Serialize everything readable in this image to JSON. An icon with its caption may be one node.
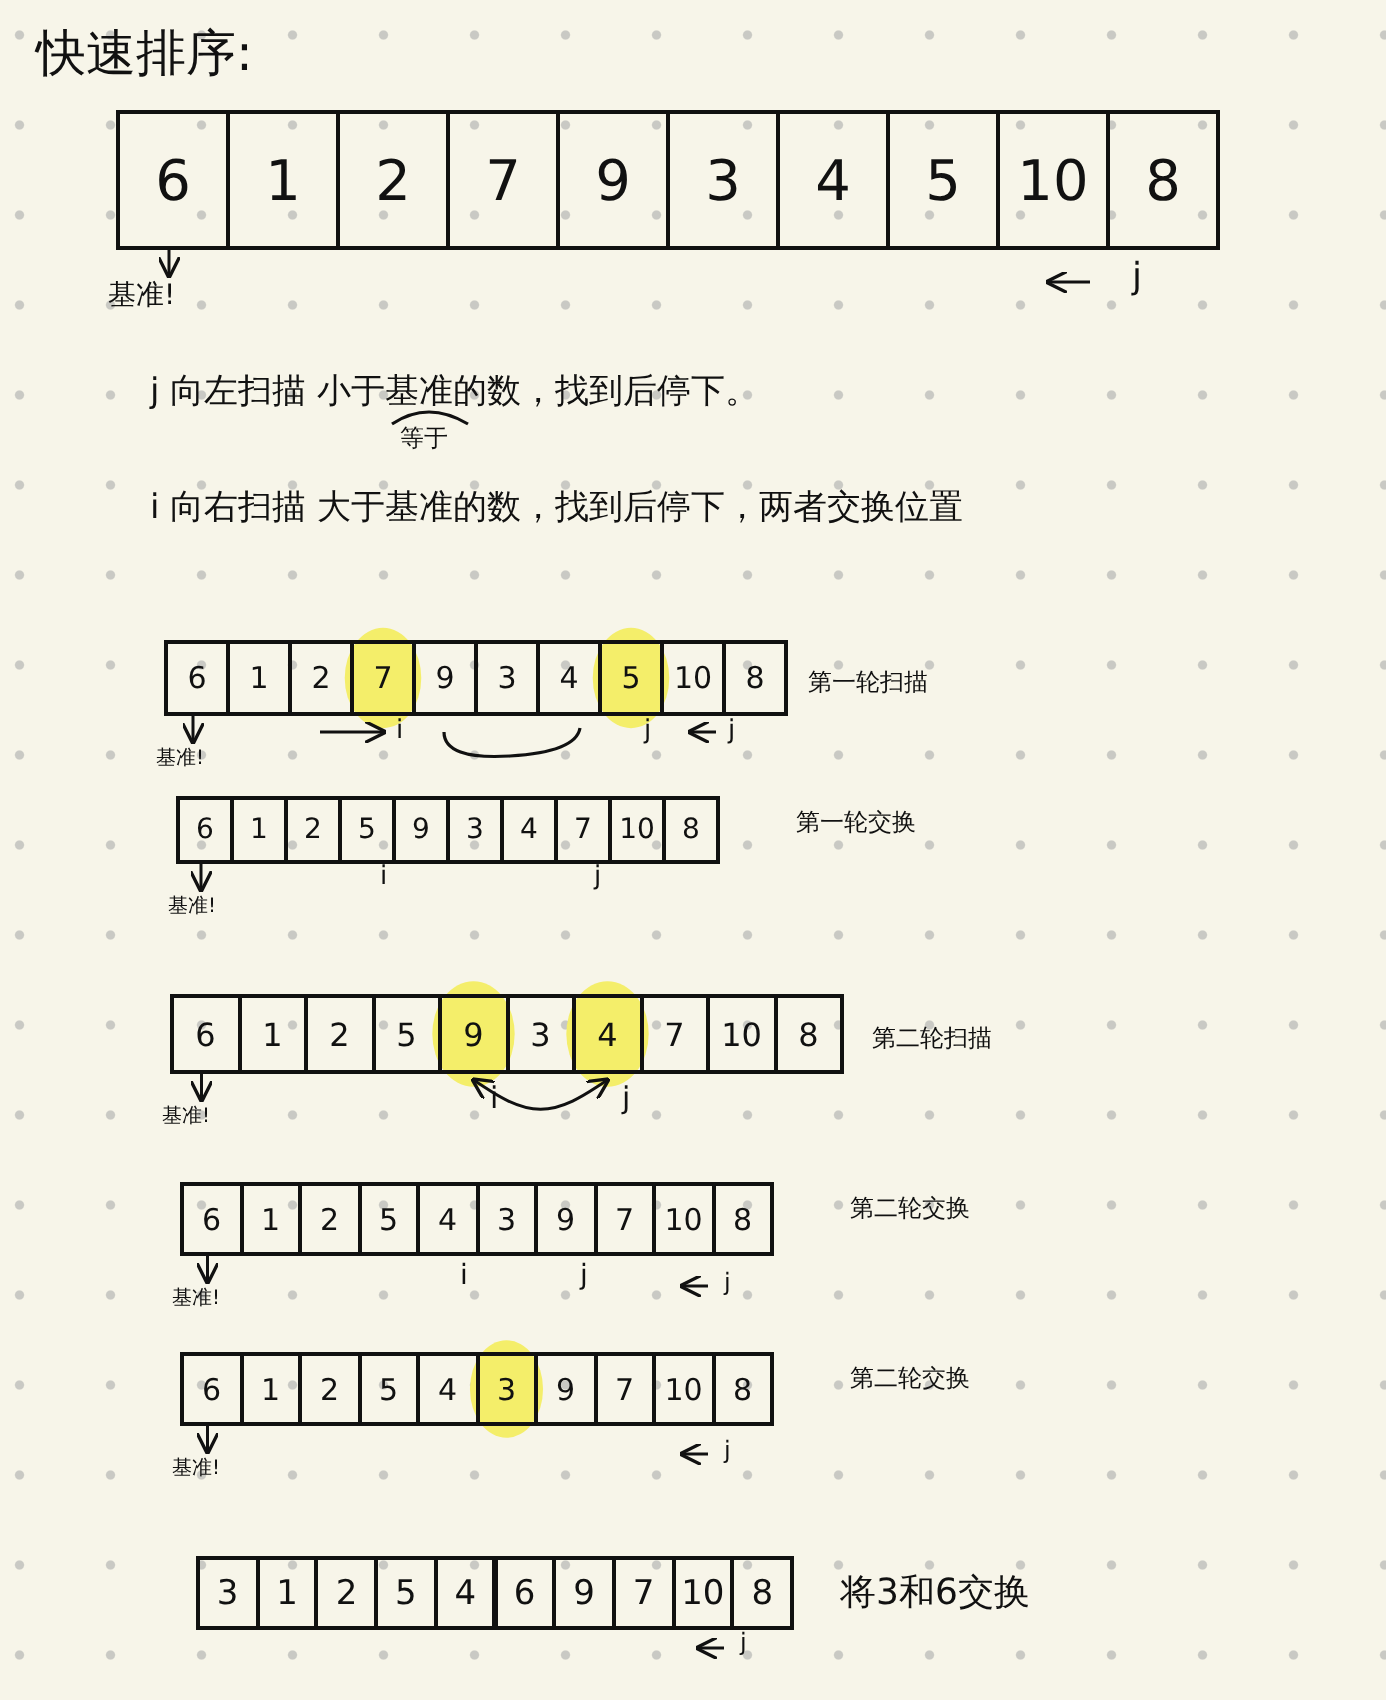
{
  "diagram": {
    "title": "快速排序:",
    "nodes": [
      {
        "text": [
          "6"
        ]
      },
      {
        "text": [
          "1"
        ]
      },
      {
        "text": [
          "2"
        ]
      },
      {
        "text": [
          "7"
        ]
      },
      {
        "text": [
          "9"
        ]
      },
      {
        "text": [
          "3"
        ]
      },
      {
        "text": [
          "4"
        ]
      },
      {
        "text": [
          "5"
        ]
      },
      {
        "text": [
          "10"
        ]
      },
      {
        "text": [
          "8"
        ]
      },
      {
        "text": [
          "基准!"
        ]
      },
      {
        "text": [
          "6"
        ]
      },
      {
        "text": [
          "1"
        ]
      },
      {
        "text": [
          "2"
        ]
      },
      {
        "text": [
          "7"
        ]
      },
      {
        "text": [
          "9"
        ]
      },
      {
        "text": [
          "3"
        ]
      },
      {
        "text": [
          "4"
        ]
      },
      {
        "text": [
          "5"
        ]
      },
      {
        "text": [
          "10"
        ]
      },
      {
        "text": [
          "8"
        ]
      },
      {
        "text": [
          "基准!"
        ]
      },
      {
        "text": [
          "6"
        ]
      },
      {
        "text": [
          "1"
        ]
      },
      {
        "text": [
          "2"
        ]
      },
      {
        "text": [
          "5"
        ]
      },
      {
        "text": [
          "9"
        ]
      },
      {
        "text": [
          "3"
        ]
      },
      {
        "text": [
          "4"
        ]
      },
      {
        "text": [
          "7"
        ]
      },
      {
        "text": [
          "10"
        ]
      },
      {
        "text": [
          "8"
        ]
      },
      {
        "text": [
          "基准!"
        ]
      },
      {
        "text": [
          "6"
        ]
      },
      {
        "text": [
          "1"
        ]
      },
      {
        "text": [
          "2"
        ]
      },
      {
        "text": [
          "5"
        ]
      },
      {
        "text": [
          "9"
        ]
      },
      {
        "text": [
          "3"
        ]
      },
      {
        "text": [
          "4"
        ]
      },
      {
        "text": [
          "7"
        ]
      },
      {
        "text": [
          "10"
        ]
      },
      {
        "text": [
          "8"
        ]
      },
      {
        "text": [
          "基准!"
        ]
      },
      {
        "text": [
          "6"
        ]
      },
      {
        "text": [
          "1"
        ]
      },
      {
        "text": [
          "2"
        ]
      },
      {
        "text": [
          "5"
        ]
      },
      {
        "text": [
          "4"
        ]
      },
      {
        "text": [
          "3"
        ]
      },
      {
        "text": [
          "9"
        ]
      },
      {
        "text": [
          "7"
        ]
      },
      {
        "text": [
          "10"
        ]
      },
      {
        "text": [
          "8"
        ]
      },
      {
        "text": [
          "基准!"
        ]
      },
      {
        "text": [
          "6"
        ]
      },
      {
        "text": [
          "1"
        ]
      },
      {
        "text": [
          "2"
        ]
      },
      {
        "text": [
          "5"
        ]
      },
      {
        "text": [
          "4"
        ]
      },
      {
        "text": [
          "3"
        ]
      },
      {
        "text": [
          "9"
        ]
      },
      {
        "text": [
          "7"
        ]
      },
      {
        "text": [
          "10"
        ]
      },
      {
        "text": [
          "8"
        ]
      },
      {
        "text": [
          "基准!"
        ]
      },
      {
        "text": [
          "3"
        ]
      },
      {
        "text": [
          "1"
        ]
      },
      {
        "text": [
          "2"
        ]
      },
      {
        "text": [
          "5"
        ]
      },
      {
        "text": [
          "4"
        ]
      },
      {
        "text": [
          "6"
        ]
      },
      {
        "text": [
          "9"
        ]
      },
      {
        "text": [
          "7"
        ]
      },
      {
        "text": [
          "10"
        ]
      },
      {
        "text": [
          "8"
        ]
      }
    ],
    "edges": [
      {
        "from": 0,
        "to": 10,
        "arrow": "to"
      },
      {
        "from": 11,
        "to": 21,
        "arrow": "to"
      },
      {
        "from": 22,
        "to": 32,
        "arrow": "to"
      },
      {
        "from": 33,
        "to": 43,
        "arrow": "to"
      },
      {
        "from": 37,
        "to": 39,
        "arrow": "both"
      },
      {
        "from": 44,
        "to": 54,
        "arrow": "to"
      },
      {
        "from": 55,
        "to": 65,
        "arrow": "to"
      }
    ],
    "labels": [
      "j",
      "j 向左扫描 小于基准的数，找到后停下。",
      "等于",
      "i 向右扫描 大于基准的数，找到后停下，两者交换位置",
      "第一轮扫描",
      "i",
      "j",
      "j",
      "第一轮交换",
      "i",
      "j",
      "第二轮扫描",
      "i",
      "j",
      "第二轮交换",
      "i",
      "j",
      "j",
      "第二轮交换",
      "j",
      "将3和6交换",
      "j"
    ]
  }
}
